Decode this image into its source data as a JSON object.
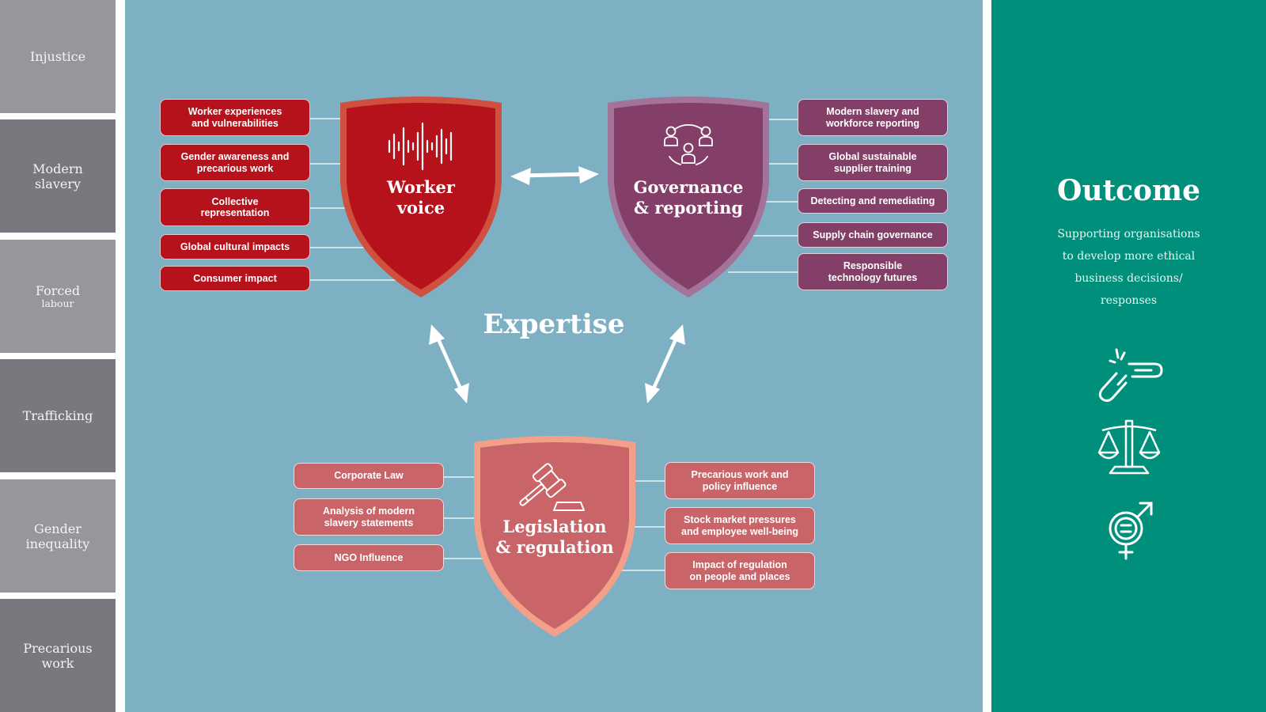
{
  "sidebar": {
    "items": [
      {
        "label": "Injustice",
        "sub": ""
      },
      {
        "label": "Modern slavery",
        "line1": "Modern",
        "line2": "slavery"
      },
      {
        "label": "Forced labour",
        "line1": "Forced",
        "sub": "labour"
      },
      {
        "label": "Trafficking"
      },
      {
        "label": "Gender inequality",
        "line1": "Gender",
        "line2": "inequality"
      },
      {
        "label": "Precarious work",
        "line1": "Precarious",
        "line2": "work"
      }
    ]
  },
  "diagram": {
    "center_label": "Expertise",
    "shields": {
      "worker_voice": {
        "title_line1": "Worker",
        "title_line2": "voice",
        "icon": "sound-wave-icon",
        "color": "#b5121c",
        "border": "#d0503f",
        "topics": [
          {
            "line1": "Worker experiences",
            "line2": "and vulnerabilities"
          },
          {
            "line1": "Gender awareness and",
            "line2": "precarious work"
          },
          {
            "line1": "Collective",
            "line2": "representation"
          },
          {
            "line1": "Global cultural impacts",
            "line2": ""
          },
          {
            "line1": "Consumer impact",
            "line2": ""
          }
        ]
      },
      "governance": {
        "title_line1": "Governance",
        "title_line2": "& reporting",
        "icon": "people-network-icon",
        "color": "#843f68",
        "border": "#a3739a",
        "topics": [
          {
            "line1": "Modern slavery and",
            "line2": "workforce reporting"
          },
          {
            "line1": "Global sustainable",
            "line2": "supplier training"
          },
          {
            "line1": "Detecting and remediating",
            "line2": ""
          },
          {
            "line1": "Supply chain governance",
            "line2": ""
          },
          {
            "line1": "Responsible",
            "line2": "technology futures"
          }
        ]
      },
      "legislation": {
        "title_line1": "Legislation",
        "title_line2": "& regulation",
        "icon": "gavel-icon",
        "color": "#c96468",
        "border": "#f2a08a",
        "topics_left": [
          {
            "line1": "Corporate Law",
            "line2": ""
          },
          {
            "line1": "Analysis of modern",
            "line2": "slavery statements"
          },
          {
            "line1": "NGO Influence",
            "line2": ""
          }
        ],
        "topics_right": [
          {
            "line1": "Precarious work and",
            "line2": "policy influence"
          },
          {
            "line1": "Stock market pressures",
            "line2": "and employee well-being"
          },
          {
            "line1": "Impact of regulation",
            "line2": "on people and places"
          }
        ]
      }
    }
  },
  "outcome": {
    "title": "Outcome",
    "description_lines": [
      "Supporting organisations",
      "to develop more ethical",
      "business decisions/",
      "responses"
    ],
    "icons": [
      "broken-chain-icon",
      "scales-of-justice-icon",
      "gender-equality-icon"
    ],
    "background": "#008f7b"
  },
  "colors": {
    "main_background": "#7eb0c4",
    "sidebar_light": "#96979b",
    "sidebar_dark": "#78797e"
  }
}
